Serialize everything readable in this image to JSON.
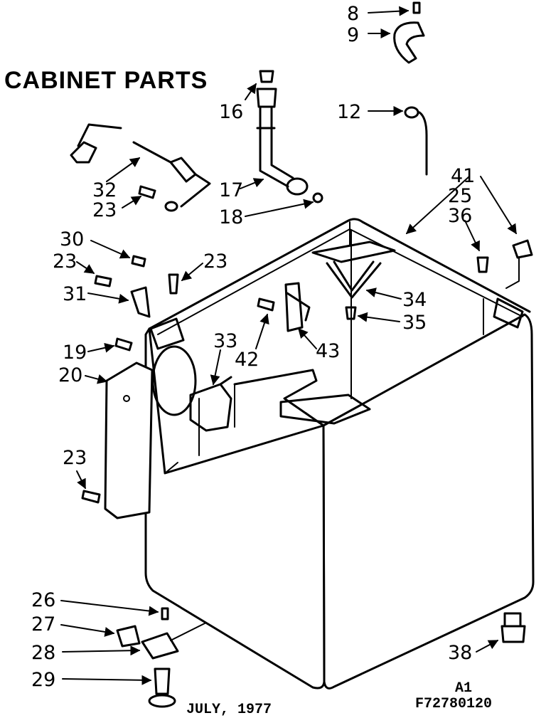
{
  "title": "CABINET PARTS",
  "callouts": {
    "c8": "8",
    "c9": "9",
    "c12": "12",
    "c16": "16",
    "c17": "17",
    "c18": "18",
    "c32": "32",
    "c23a": "23",
    "c41": "41",
    "c25": "25",
    "c36": "36",
    "c30": "30",
    "c23b": "23",
    "c23c": "23",
    "c31": "31",
    "c34": "34",
    "c35": "35",
    "c33": "33",
    "c42": "42",
    "c43": "43",
    "c19": "19",
    "c20": "20",
    "c23d": "23",
    "c26": "26",
    "c27": "27",
    "c28": "28",
    "c29": "29",
    "c38": "38"
  },
  "footer": {
    "date": "JULY, 1977",
    "code1": "A1",
    "code2": "F72780120"
  }
}
